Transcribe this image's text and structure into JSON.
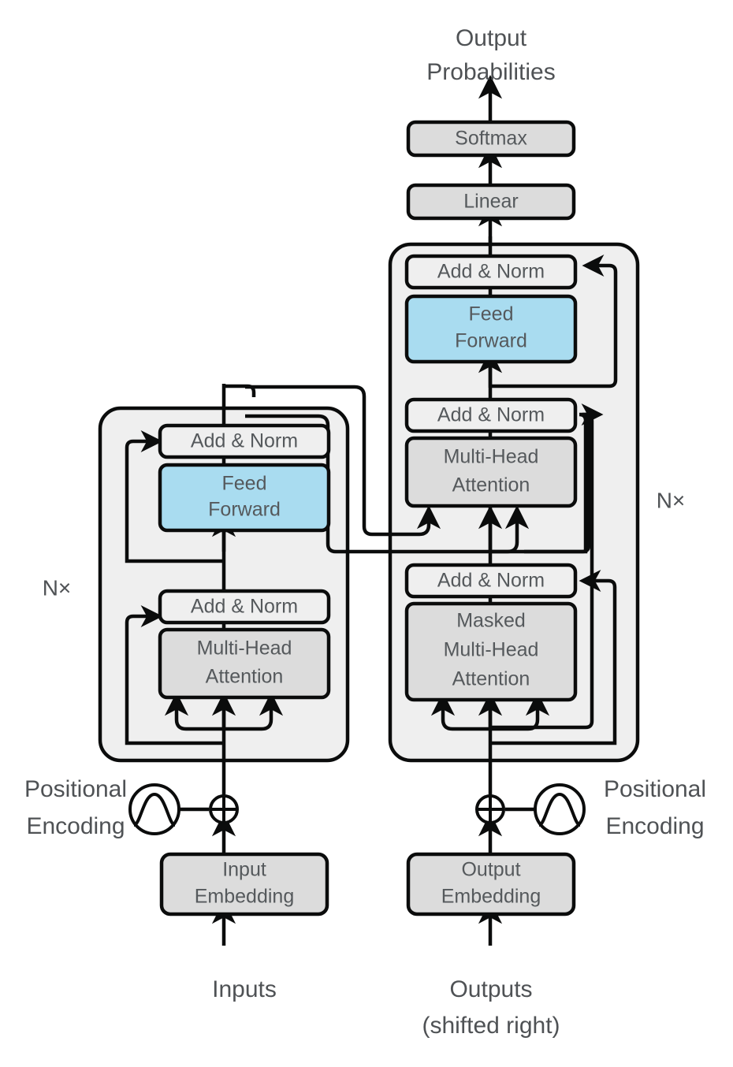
{
  "figure": {
    "title": "Transformer model architecture",
    "colors": {
      "block_gray": "#dcdcdc",
      "block_light": "#efefef",
      "feed_forward_blue": "#a9dcf0",
      "container_fill": "#efefef",
      "stroke": "#0b0c0c",
      "text": "#55595c",
      "background": "#ffffff"
    }
  },
  "labels": {
    "output_probabilities_line1": "Output",
    "output_probabilities_line2": "Probabilities",
    "softmax": "Softmax",
    "linear": "Linear",
    "add_norm": "Add & Norm",
    "feed_forward_line1": "Feed",
    "feed_forward_line2": "Forward",
    "multi_head_line1": "Multi-Head",
    "multi_head_line2": "Attention",
    "masked_line1": "Masked",
    "masked_line2": "Multi-Head",
    "masked_line3": "Attention",
    "nx": "N×",
    "positional_line1": "Positional",
    "positional_line2": "Encoding",
    "input_embedding_line1": "Input",
    "input_embedding_line2": "Embedding",
    "output_embedding_line1": "Output",
    "output_embedding_line2": "Embedding",
    "inputs": "Inputs",
    "outputs_line1": "Outputs",
    "outputs_line2": "(shifted right)"
  },
  "encoder": {
    "repeat_label": "N×",
    "blocks": [
      {
        "name": "add-norm-ffn",
        "label": "Add & Norm",
        "fill": "#efefef"
      },
      {
        "name": "feed-forward",
        "label": "Feed Forward",
        "fill": "#a9dcf0"
      },
      {
        "name": "add-norm-attn",
        "label": "Add & Norm",
        "fill": "#efefef"
      },
      {
        "name": "multi-head-attention",
        "label": "Multi-Head Attention",
        "fill": "#dcdcdc"
      }
    ],
    "input_block": {
      "label": "Input Embedding",
      "fill": "#dcdcdc"
    },
    "source": "Inputs",
    "positional_encoding": "Positional Encoding"
  },
  "decoder": {
    "repeat_label": "N×",
    "blocks": [
      {
        "name": "add-norm-ffn",
        "label": "Add & Norm",
        "fill": "#efefef"
      },
      {
        "name": "feed-forward",
        "label": "Feed Forward",
        "fill": "#a9dcf0"
      },
      {
        "name": "add-norm-cross",
        "label": "Add & Norm",
        "fill": "#efefef"
      },
      {
        "name": "cross-multi-head-attention",
        "label": "Multi-Head Attention",
        "fill": "#dcdcdc"
      },
      {
        "name": "add-norm-masked",
        "label": "Add & Norm",
        "fill": "#efefef"
      },
      {
        "name": "masked-multi-head-attention",
        "label": "Masked Multi-Head Attention",
        "fill": "#dcdcdc"
      }
    ],
    "head_blocks": [
      {
        "name": "linear",
        "label": "Linear",
        "fill": "#dcdcdc"
      },
      {
        "name": "softmax",
        "label": "Softmax",
        "fill": "#dcdcdc"
      }
    ],
    "input_block": {
      "label": "Output Embedding",
      "fill": "#dcdcdc"
    },
    "source_line1": "Outputs",
    "source_line2": "(shifted right)",
    "positional_encoding": "Positional Encoding",
    "final_output_line1": "Output",
    "final_output_line2": "Probabilities"
  }
}
